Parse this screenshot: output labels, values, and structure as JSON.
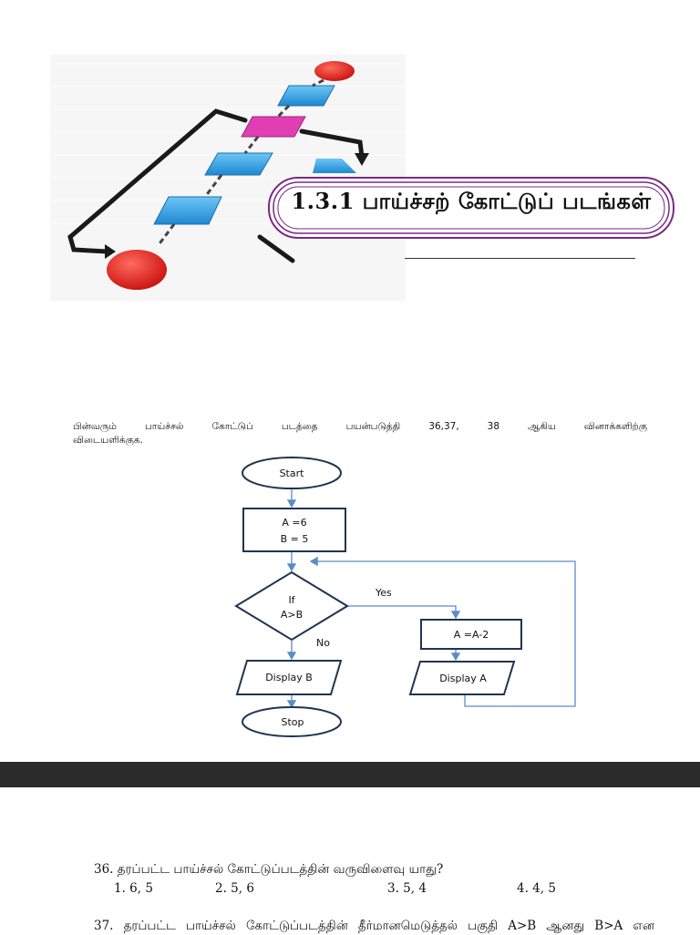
{
  "title": "1.3.1 பாய்ச்சற் கோட்டுப் படங்கள்",
  "intro": {
    "line1": "பின்வரும் பாய்ச்சல் கோட்டுப் படத்தை பயன்படுத்தி 36,37, 38 ஆகிய வினாக்களிற்கு",
    "line2": "விடையளிக்குக."
  },
  "flowchart": {
    "start": "Start",
    "assign_a": "A =6",
    "assign_b": "B = 5",
    "decision_line1": "If",
    "decision_line2": "A>B",
    "yes": "Yes",
    "no": "No",
    "process": "A =A-2",
    "display_a": "Display A",
    "display_b": "Display B",
    "stop": "Stop"
  },
  "questions": {
    "q36": {
      "text": "36. தரப்பட்ட பாய்ச்சல் கோட்டுப்படத்தின் வருவிளைவு யாது?",
      "options": [
        "1.  6, 5",
        "2. 5, 6",
        "3. 5, 4",
        "4. 4, 5"
      ]
    },
    "q37": {
      "text": "37. தரப்பட்ட பாய்ச்சல் கோட்டுப்படத்தின் தீர்மானமெடுத்தல் பகுதி A>B ஆனது B>A என"
    }
  },
  "colors": {
    "flow_line": "#5b8cc7",
    "title_border": "#7a2a86",
    "hero_blue": "#3da2e0",
    "hero_magenta": "#e03fb3",
    "hero_red": "#e0231f",
    "page_gap": "#2b2b2b"
  }
}
